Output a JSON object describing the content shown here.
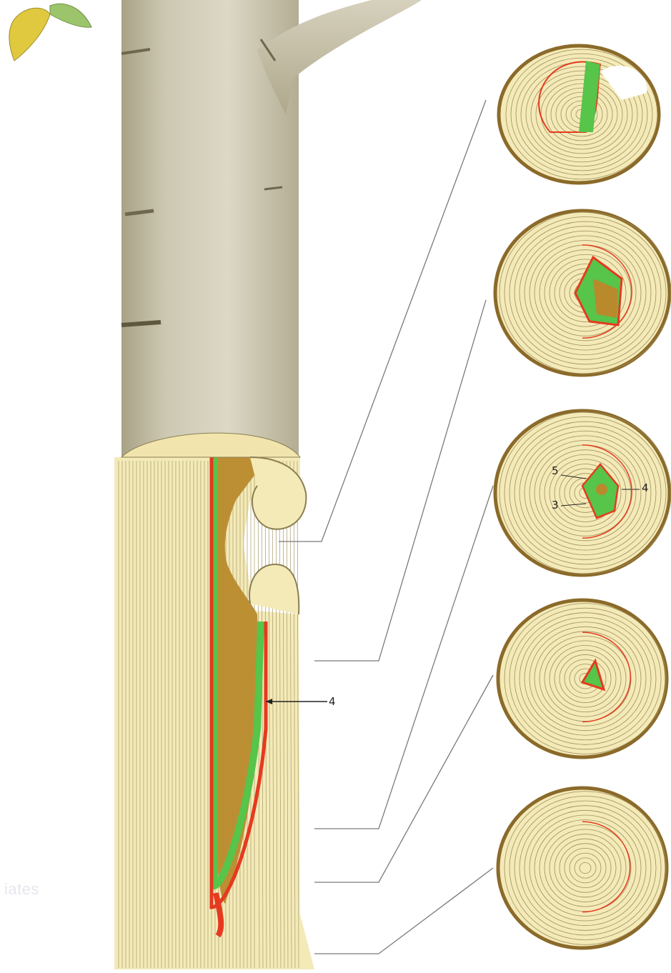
{
  "labels": {
    "stem_label": "4",
    "section3_left_top": "5",
    "section3_left_bottom": "3",
    "section3_right": "4"
  },
  "watermark": "iates",
  "sections": [
    {
      "name": "section-1",
      "stage": "split"
    },
    {
      "name": "section-2",
      "stage": "decay-wedge"
    },
    {
      "name": "section-3",
      "stage": "decay-core"
    },
    {
      "name": "section-4",
      "stage": "small-triangle"
    },
    {
      "name": "section-5",
      "stage": "ring-only"
    }
  ],
  "colors": {
    "bark": "#c9c3aa",
    "bark_shadow": "#9e987d",
    "wood": "#f4eab8",
    "ring_line": "#8b7e52",
    "decay_brown": "#b98a2c",
    "barrier_red": "#e53a1f",
    "barrier_green": "#57c44a",
    "leaf": "#d8c23a",
    "leaf_green": "#8fbf5f",
    "pointer_line": "#7a7a7a"
  }
}
